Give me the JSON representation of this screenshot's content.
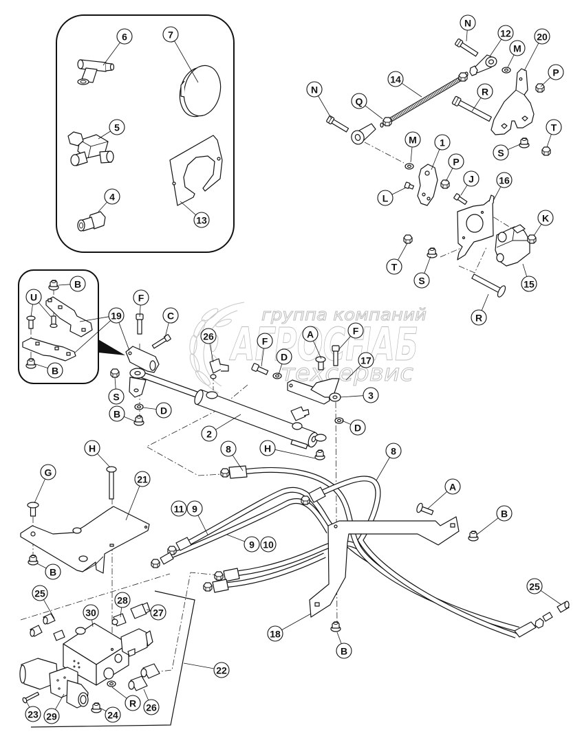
{
  "diagram": {
    "watermark": {
      "tagline": "группа компаний",
      "brand": "АГРОСНАБ",
      "subbrand": "техсервис"
    },
    "callouts": [
      "6",
      "7",
      "5",
      "4",
      "13",
      "N",
      "12",
      "M",
      "20",
      "P",
      "14",
      "N",
      "Q",
      "R",
      "T",
      "S",
      "M",
      "1",
      "P",
      "J",
      "16",
      "L",
      "K",
      "T",
      "S",
      "15",
      "R",
      "B",
      "U",
      "19",
      "B",
      "F",
      "C",
      "26",
      "S",
      "B",
      "D",
      "2",
      "F",
      "A",
      "F",
      "D",
      "17",
      "3",
      "D",
      "H",
      "8",
      "8",
      "H",
      "G",
      "21",
      "11",
      "9",
      "9",
      "10",
      "A",
      "B",
      "B",
      "25",
      "30",
      "28",
      "27",
      "22",
      "25",
      "18",
      "B",
      "R",
      "26",
      "23",
      "29",
      "24"
    ]
  }
}
